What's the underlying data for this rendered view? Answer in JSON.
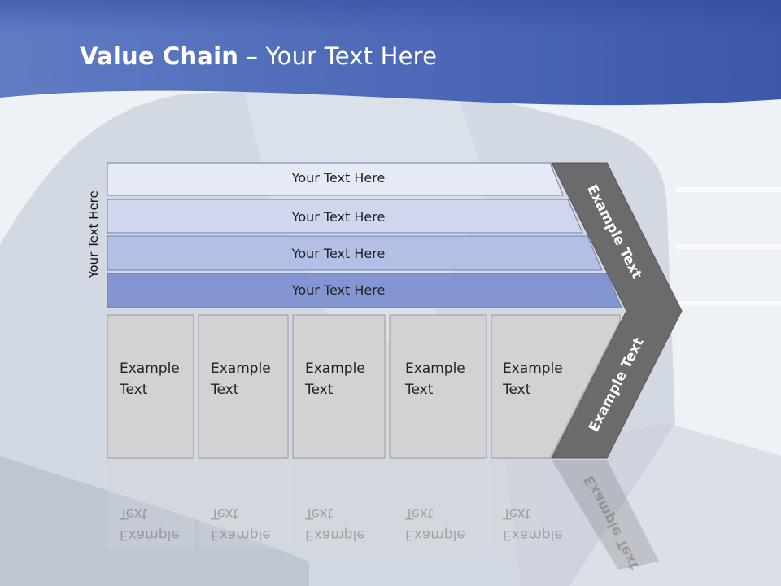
{
  "title": {
    "bold": "Value Chain",
    "rest": " – Your Text Here"
  },
  "side_label": "Your Text Here",
  "bands": [
    {
      "label": "Your Text Here",
      "color": "#e6eaf6"
    },
    {
      "label": "Your Text Here",
      "color": "#cfd6ee"
    },
    {
      "label": "Your Text Here",
      "color": "#b3bfe4"
    },
    {
      "label": "Your Text Here",
      "color": "#8496d2"
    }
  ],
  "columns": [
    {
      "line1": "Example",
      "line2": "Text"
    },
    {
      "line1": "Example",
      "line2": "Text"
    },
    {
      "line1": "Example",
      "line2": "Text"
    },
    {
      "line1": "Example",
      "line2": "Text"
    },
    {
      "line1": "Example",
      "line2": "Text"
    }
  ],
  "arrow": {
    "upper": "Example Text",
    "lower": "Example Text"
  },
  "colors": {
    "header": "#3b58ad",
    "column": "#d2d2d2",
    "arrow": "#6b6b6b"
  }
}
